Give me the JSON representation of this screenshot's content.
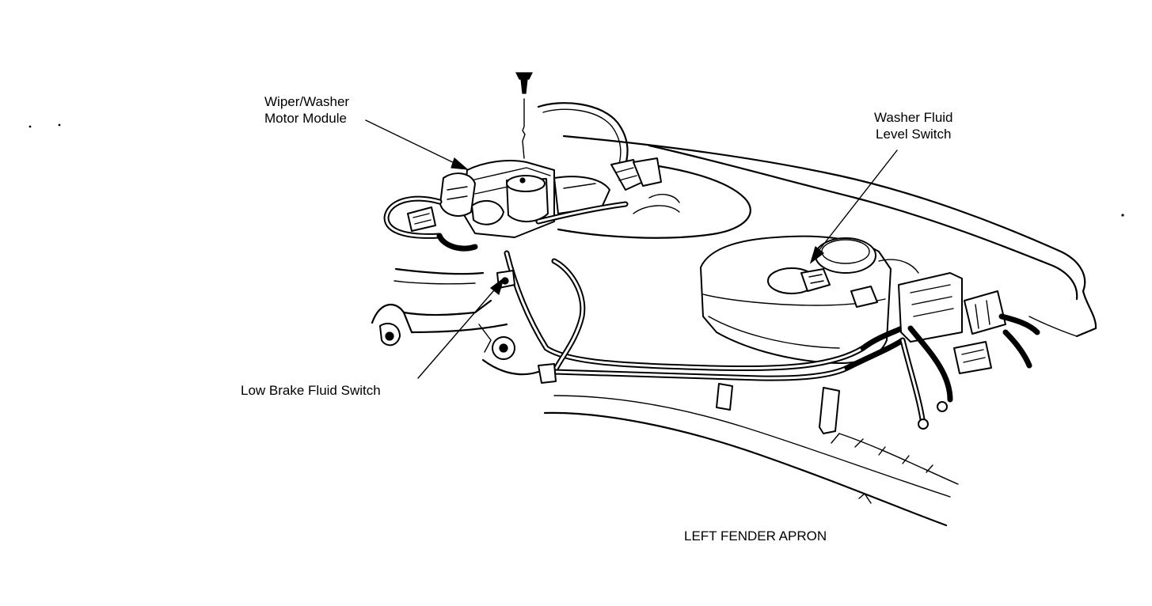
{
  "diagram": {
    "labels": {
      "wiper_washer_line1": "Wiper/Washer",
      "wiper_washer_line2": "Motor Module",
      "washer_fluid_line1": "Washer Fluid",
      "washer_fluid_line2": "Level Switch",
      "low_brake": "Low Brake Fluid Switch",
      "left_fender": "LEFT FENDER APRON"
    }
  }
}
